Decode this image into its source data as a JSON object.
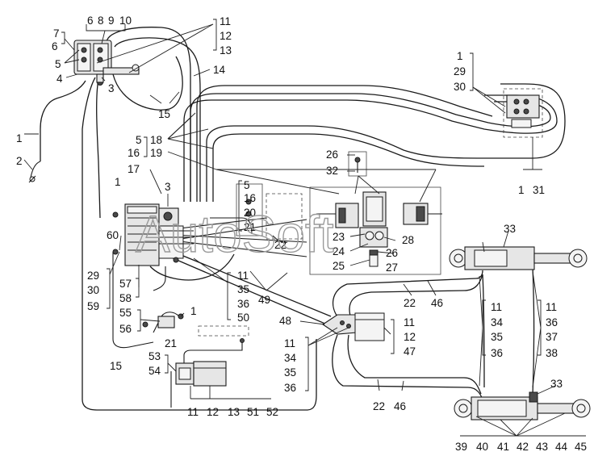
{
  "watermark": "AutoSoft",
  "callouts": {
    "top_left": {
      "6": "6",
      "8": "8",
      "9": "9",
      "10": "10",
      "7": "7",
      "6b": "6",
      "5": "5",
      "4": "4",
      "3": "3",
      "1": "1",
      "2": "2"
    },
    "top_mid": {
      "11": "11",
      "12": "12",
      "13": "13",
      "14": "14",
      "15": "15"
    },
    "top_right": {
      "1": "1",
      "29": "29",
      "30": "30",
      "1b": "1",
      "31": "31"
    },
    "center": {
      "5": "5",
      "16": "16",
      "17": "17",
      "18": "18",
      "19": "19",
      "3": "3",
      "1": "1",
      "60": "60",
      "29": "29",
      "30": "30",
      "59": "59",
      "57": "57",
      "58": "58"
    },
    "center_right": {
      "5": "5",
      "16": "16",
      "20": "20",
      "21": "21",
      "22": "22",
      "26": "26",
      "32": "32",
      "23": "23",
      "24": "24",
      "25": "25",
      "26b": "26",
      "27": "27",
      "28": "28"
    },
    "mid_lower": {
      "11": "11",
      "35": "35",
      "36": "36",
      "50": "50",
      "49": "49",
      "55": "55",
      "56": "56",
      "21": "21",
      "1": "1",
      "15": "15",
      "53": "53",
      "54": "54"
    },
    "valve_block": {
      "48": "48",
      "11": "11",
      "12": "12",
      "47": "47",
      "11b": "11",
      "34": "34",
      "35": "35",
      "36": "36"
    },
    "right": {
      "33": "33",
      "22": "22",
      "46": "46",
      "11": "11",
      "34": "34",
      "35": "35",
      "36": "36",
      "11b": "11",
      "36b": "36",
      "37": "37",
      "38": "38",
      "22b": "22",
      "46b": "46",
      "33b": "33"
    },
    "bottom": {
      "11": "11",
      "12": "12",
      "13": "13",
      "51": "51",
      "52": "52",
      "39": "39",
      "40": "40",
      "41": "41",
      "42": "42",
      "43": "43",
      "44": "44",
      "45": "45"
    }
  }
}
